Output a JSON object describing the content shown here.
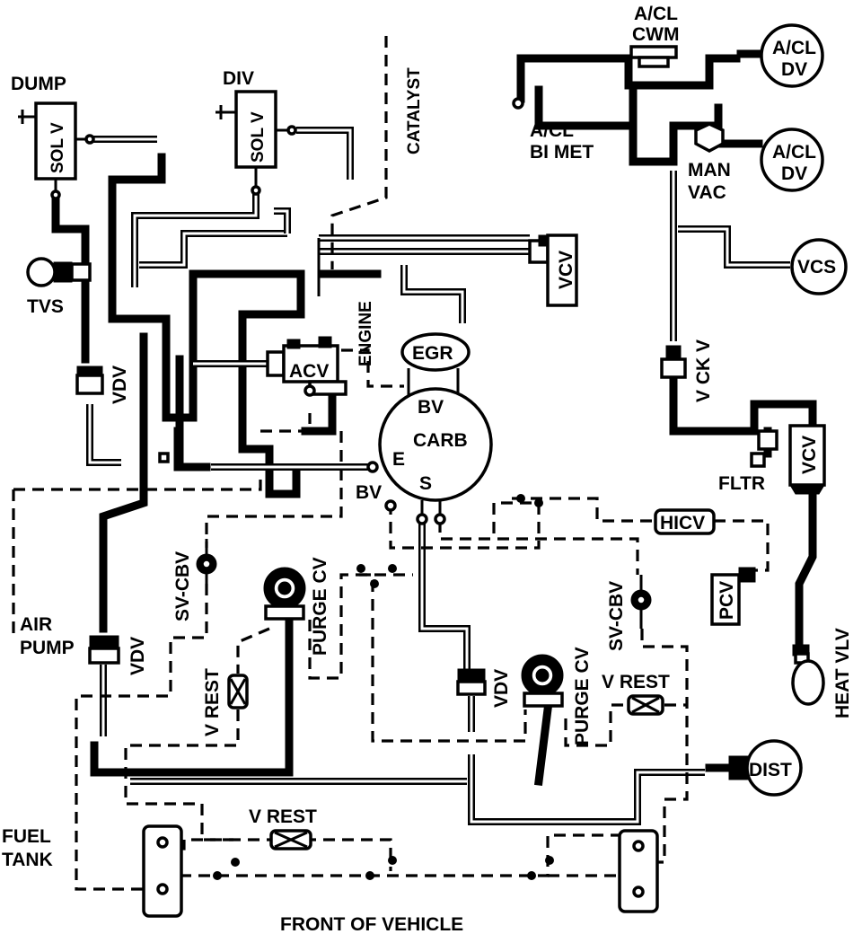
{
  "diagram": {
    "footer": "FRONT OF VEHICLE",
    "labels": {
      "dump": "DUMP",
      "div": "DIV",
      "sol_v_left": "SOL V",
      "sol_v_right": "SOL V",
      "catalyst": "CATALYST",
      "tvs": "TVS",
      "vdv_upper": "VDV",
      "vdv_lower_left": "VDV",
      "vdv_center": "VDV",
      "air_pump": "AIR\nPUMP",
      "air": "AIR",
      "pump": "PUMP",
      "engine": "ENGINE",
      "acv": "ACV",
      "egr": "EGR",
      "bv_top": "BV",
      "carb": "CARB",
      "e": "E",
      "s": "S",
      "bv_bottom": "BV",
      "vcv_top": "VCV",
      "vcv_right": "VCV",
      "acl_cwm_1": "A/CL",
      "acl_cwm_2": "CWM",
      "acl_dv_top_1": "A/CL",
      "acl_dv_top_2": "DV",
      "acl_dv_mid_1": "A/CL",
      "acl_dv_mid_2": "DV",
      "acl_bimet_1": "A/CL",
      "acl_bimet_2": "BI MET",
      "man_vac_1": "MAN",
      "man_vac_2": "VAC",
      "vcs": "VCS",
      "vck_v": "V CK V",
      "fltr": "FLTR",
      "hicv": "HICV",
      "pcv": "PCV",
      "heat_vlv": "HEAT VLV",
      "sv_cbv_left": "SV-CBV",
      "sv_cbv_right": "SV-CBV",
      "purge_cv_left": "PURGE CV",
      "purge_cv_right": "PURGE CV",
      "v_rest_left": "V REST",
      "v_rest_right": "V REST",
      "v_rest_bottom": "V REST",
      "dist": "DIST",
      "fuel": "FUEL",
      "tank": "TANK"
    }
  }
}
